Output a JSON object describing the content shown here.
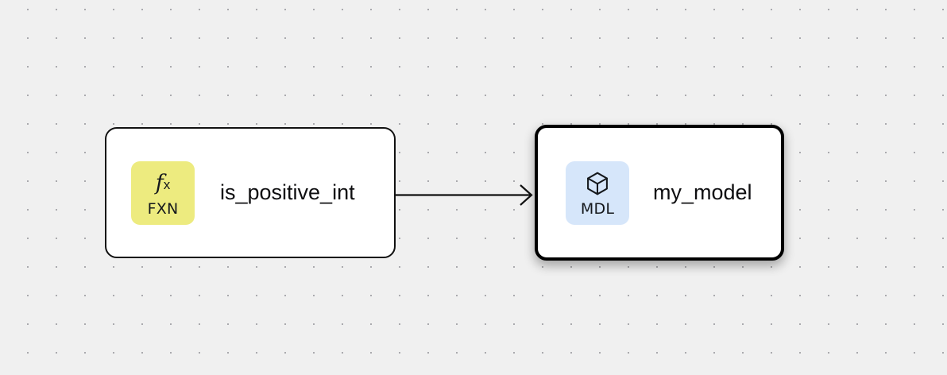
{
  "canvas": {
    "background_color": "#f0f0f0",
    "dot_color": "#aaaaae",
    "grid_spacing": 36
  },
  "nodes": [
    {
      "id": "is_positive_int",
      "title": "is_positive_int",
      "badge": {
        "glyph_f": "f",
        "glyph_x": "x",
        "label": "FXN",
        "icon": "function-icon",
        "background_color": "#edeb7f"
      },
      "selected": false,
      "border_color": "#111111"
    },
    {
      "id": "my_model",
      "title": "my_model",
      "badge": {
        "label": "MDL",
        "icon": "cube-icon",
        "background_color": "#d6e6fa"
      },
      "selected": true,
      "border_color": "#000000"
    }
  ],
  "edges": [
    {
      "id": "edge-fxn-to-mdl",
      "from": "is_positive_int",
      "to": "my_model",
      "color": "#111111",
      "arrow": "open-arrowhead"
    }
  ]
}
